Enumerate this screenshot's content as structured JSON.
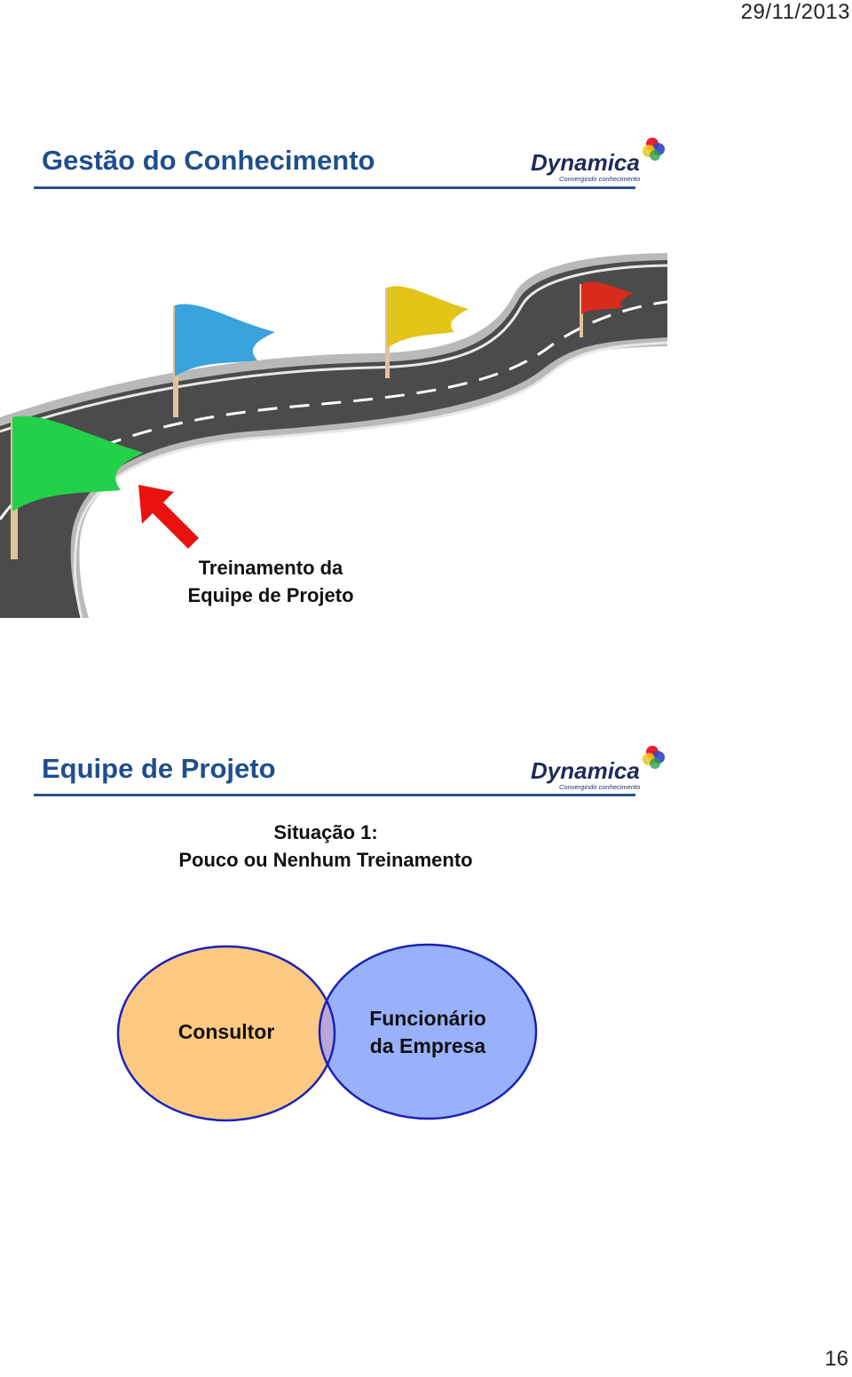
{
  "header": {
    "date": "29/11/2013"
  },
  "slide1": {
    "title": "Gestão do Conhecimento",
    "logo": {
      "name": "Dynamica",
      "tagline": "Convergindo conhecimento"
    },
    "caption_line1": "Treinamento da",
    "caption_line2": "Equipe de Projeto",
    "flags": [
      {
        "icon": "green-flag-icon",
        "color": "#22d14a"
      },
      {
        "icon": "blue-flag-icon",
        "color": "#3aa3db"
      },
      {
        "icon": "yellow-flag-icon",
        "color": "#e3c51a"
      },
      {
        "icon": "red-flag-icon",
        "color": "#d92a1e"
      }
    ],
    "arrow_color": "#e8130e"
  },
  "slide2": {
    "title": "Equipe de Projeto",
    "logo": {
      "name": "Dynamica",
      "tagline": "Convergindo conhecimento"
    },
    "subtitle_line1": "Situação 1:",
    "subtitle_line2": "Pouco ou Nenhum Treinamento",
    "venn": {
      "left_label": "Consultor",
      "right_label_line1": "Funcionário",
      "right_label_line2": "da Empresa",
      "left_color": "#fbc981",
      "right_color": "#99b1fb",
      "overlap_color": "#b8a7d8",
      "stroke_color": "#1a22b8"
    }
  },
  "footer": {
    "page_number": "16"
  }
}
